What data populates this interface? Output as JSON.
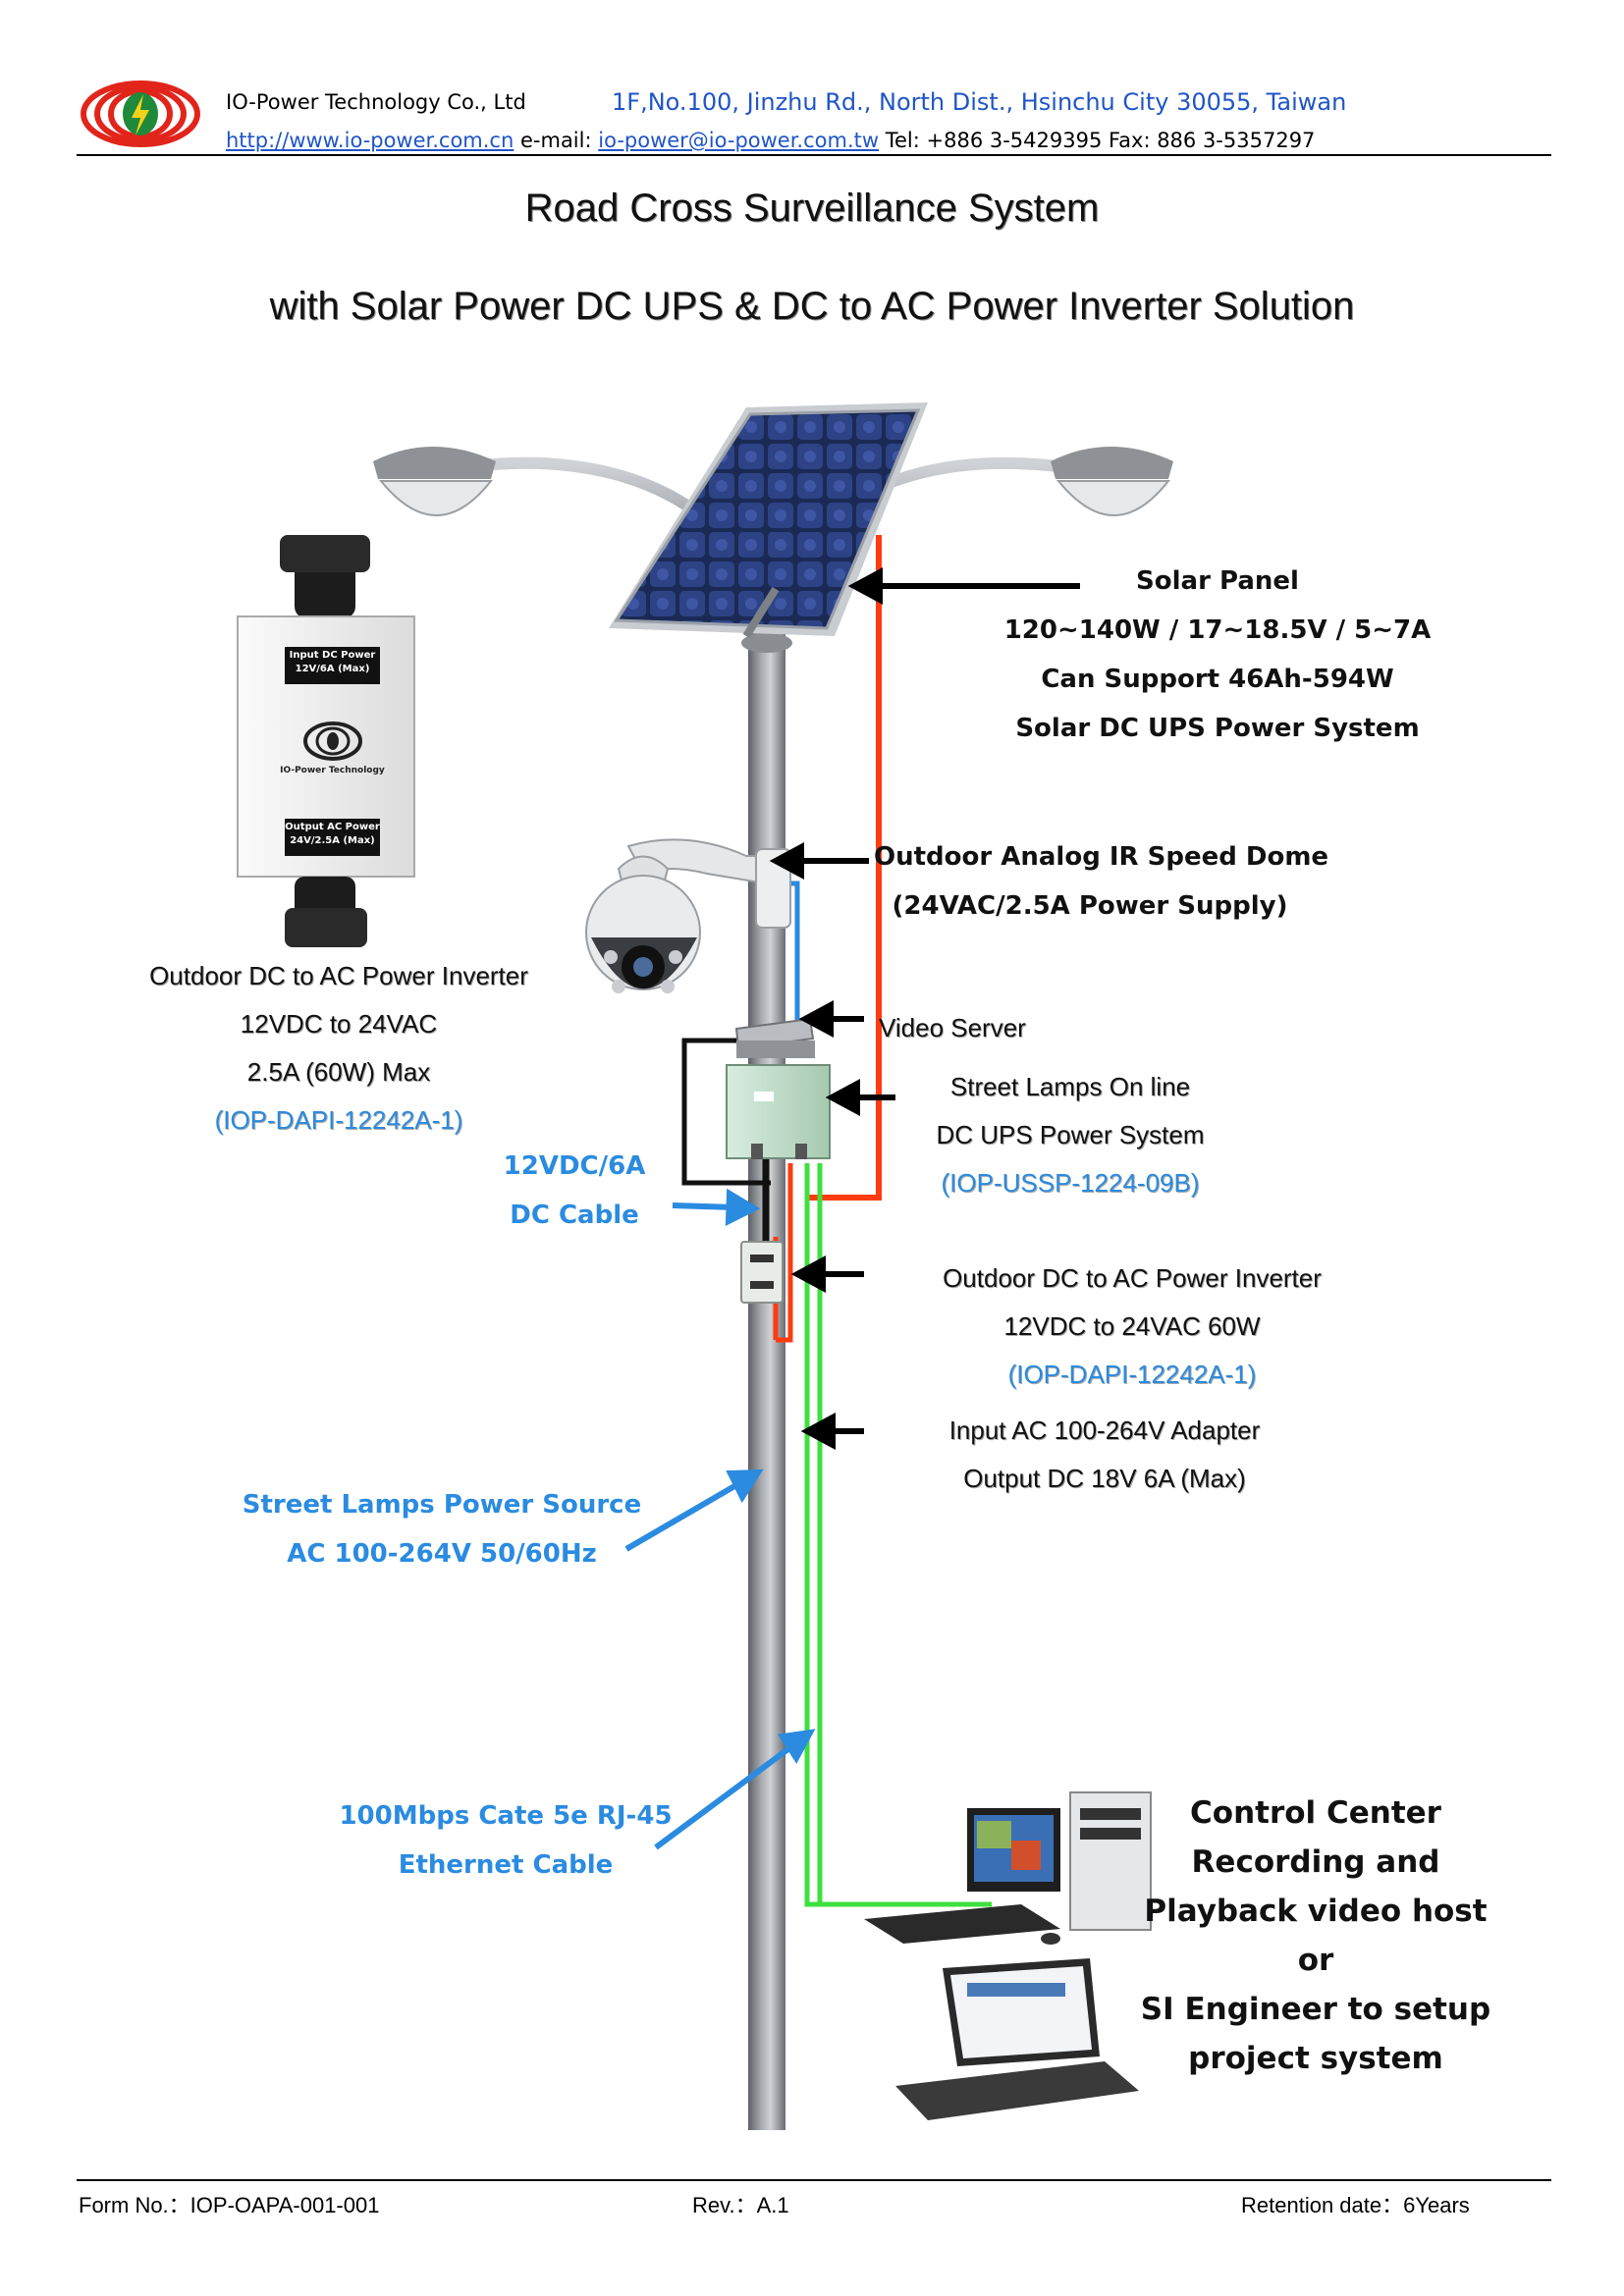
{
  "header": {
    "company": "IO-Power Technology Co., Ltd",
    "address": "1F,No.100, Jinzhu Rd., North Dist., Hsinchu City 30055, Taiwan",
    "website": "http://www.io-power.com.cn",
    "email_label": "e-mail:",
    "email": "io-power@io-power.com.tw",
    "tel": "Tel: +886 3-5429395 Fax: 886 3-5357297"
  },
  "title": {
    "line1": "Road Cross Surveillance System",
    "line2": "with Solar Power DC UPS & DC to AC Power Inverter Solution"
  },
  "inverter_box": {
    "top_plate": [
      "Input DC Power",
      "12V/6A (Max)"
    ],
    "logo_text": "IO-Power Technology",
    "bottom_plate": [
      "Output AC Power",
      "24V/2.5A (Max)"
    ]
  },
  "labels": {
    "solar_panel": [
      "Solar Panel",
      "120~140W / 17~18.5V / 5~7A",
      "Can Support 46Ah-594W",
      "Solar DC UPS Power System"
    ],
    "speed_dome": [
      "Outdoor Analog IR Speed Dome",
      "(24VAC/2.5A Power Supply)"
    ],
    "video_server": "Video Server",
    "dc_ups": [
      "Street Lamps On line",
      "DC UPS Power System"
    ],
    "dc_ups_model": "(IOP-USSP-1224-09B)",
    "inverter_right": [
      "Outdoor DC to AC Power Inverter",
      "12VDC to 24VAC 60W"
    ],
    "inverter_right_model": "(IOP-DAPI-12242A-1)",
    "adapter": [
      "Input AC 100-264V Adapter",
      "Output DC 18V 6A (Max)"
    ],
    "inverter_left": [
      "Outdoor DC to AC Power Inverter",
      "12VDC to 24VAC",
      "2.5A (60W) Max"
    ],
    "inverter_left_model": "(IOP-DAPI-12242A-1)",
    "dc_cable": [
      "12VDC/6A",
      "DC Cable"
    ],
    "lamp_power": [
      "Street Lamps Power Source",
      "AC 100-264V 50/60Hz"
    ],
    "ethernet": [
      "100Mbps Cate 5e RJ-45",
      "Ethernet Cable"
    ],
    "control_center": [
      "Control Center",
      "Recording and",
      "Playback video host",
      "or",
      "SI Engineer to setup",
      "project system"
    ]
  },
  "footer": {
    "form_no": "Form No.：IOP-OAPA-001-001",
    "rev": "Rev.：A.1",
    "retention": "Retention date：6Years"
  },
  "colors": {
    "red_cable": "#ff3b10",
    "blue_cable": "#2a8be0",
    "green_cable": "#3de03d",
    "arrow_black": "#000000",
    "arrow_blue": "#2a8be0"
  }
}
